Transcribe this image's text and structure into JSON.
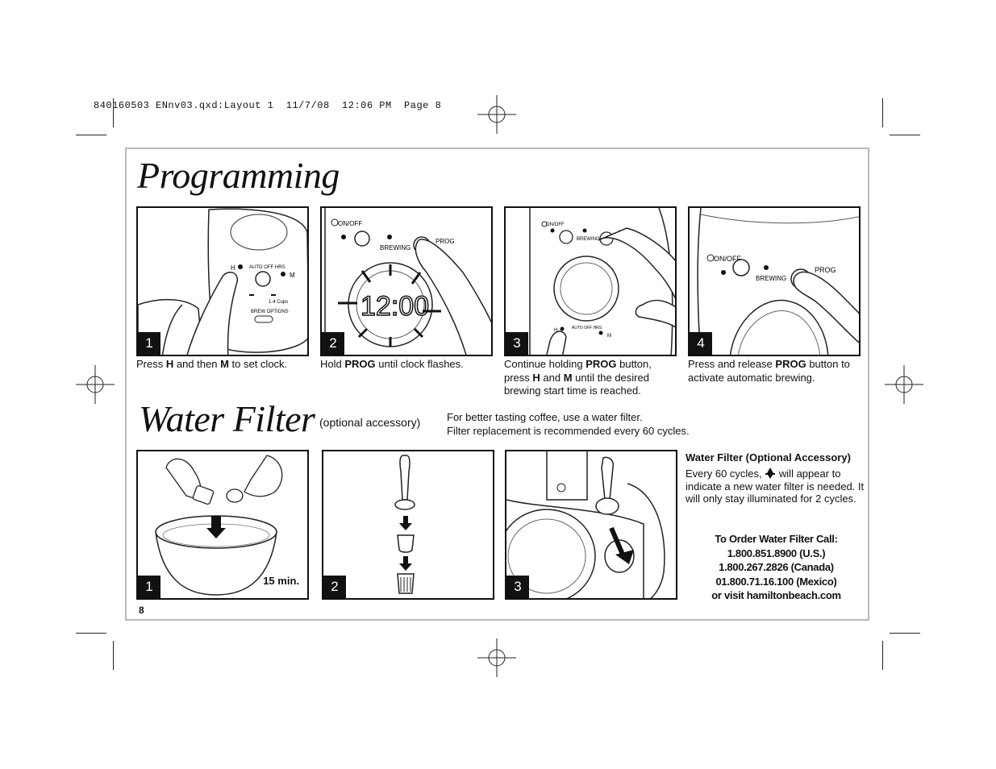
{
  "slug": "840160503 ENnv03.qxd:Layout 1  11/7/08  12:06 PM  Page 8",
  "programming": {
    "title": "Programming",
    "steps": [
      {
        "num": "1",
        "caption_parts": [
          [
            "Press ",
            false
          ],
          [
            "H",
            true
          ],
          [
            " and then ",
            false
          ],
          [
            "M",
            true
          ],
          [
            " to set clock.",
            false
          ]
        ]
      },
      {
        "num": "2",
        "caption_parts": [
          [
            "Hold ",
            false
          ],
          [
            "PROG",
            true
          ],
          [
            " until clock flashes.",
            false
          ]
        ]
      },
      {
        "num": "3",
        "caption_parts": [
          [
            "Continue holding ",
            false
          ],
          [
            "PROG",
            true
          ],
          [
            " button, press ",
            false
          ],
          [
            "H",
            true
          ],
          [
            " and ",
            false
          ],
          [
            "M",
            true
          ],
          [
            " until the desired brewing start time is reached.",
            false
          ]
        ]
      },
      {
        "num": "4",
        "caption_parts": [
          [
            "Press and release ",
            false
          ],
          [
            "PROG",
            true
          ],
          [
            " button to activate automatic brewing.",
            false
          ]
        ]
      }
    ],
    "labels": {
      "on_off": "ON/OFF",
      "brewing": "BREWING",
      "prog": "PROG",
      "h": "H",
      "m": "M",
      "auto_off": "AUTO OFF HRS",
      "brew_options": "BREW OPTIONS",
      "cups": "1-4 Cups",
      "clock": "12:00"
    }
  },
  "water_filter": {
    "title": "Water Filter",
    "subtitle": "(optional accessory)",
    "intro_line1": "For better tasting coffee, use a water filter.",
    "intro_line2": "Filter replacement is recommended every 60 cycles.",
    "steps": [
      {
        "num": "1",
        "note": "15 min."
      },
      {
        "num": "2"
      },
      {
        "num": "3"
      }
    ],
    "info_heading": "Water Filter (Optional Accessory)",
    "info_before_icon": "Every 60 cycles,",
    "info_after_icon": "will appear to indicate a new water filter is needed. It will only stay illuminated for 2 cycles.",
    "order_lines": [
      "To Order Water Filter Call:",
      "1.800.851.8900 (U.S.)",
      "1.800.267.2826 (Canada)",
      "01.800.71.16.100 (Mexico)",
      "or visit hamiltonbeach.com"
    ]
  },
  "page_number": "8"
}
